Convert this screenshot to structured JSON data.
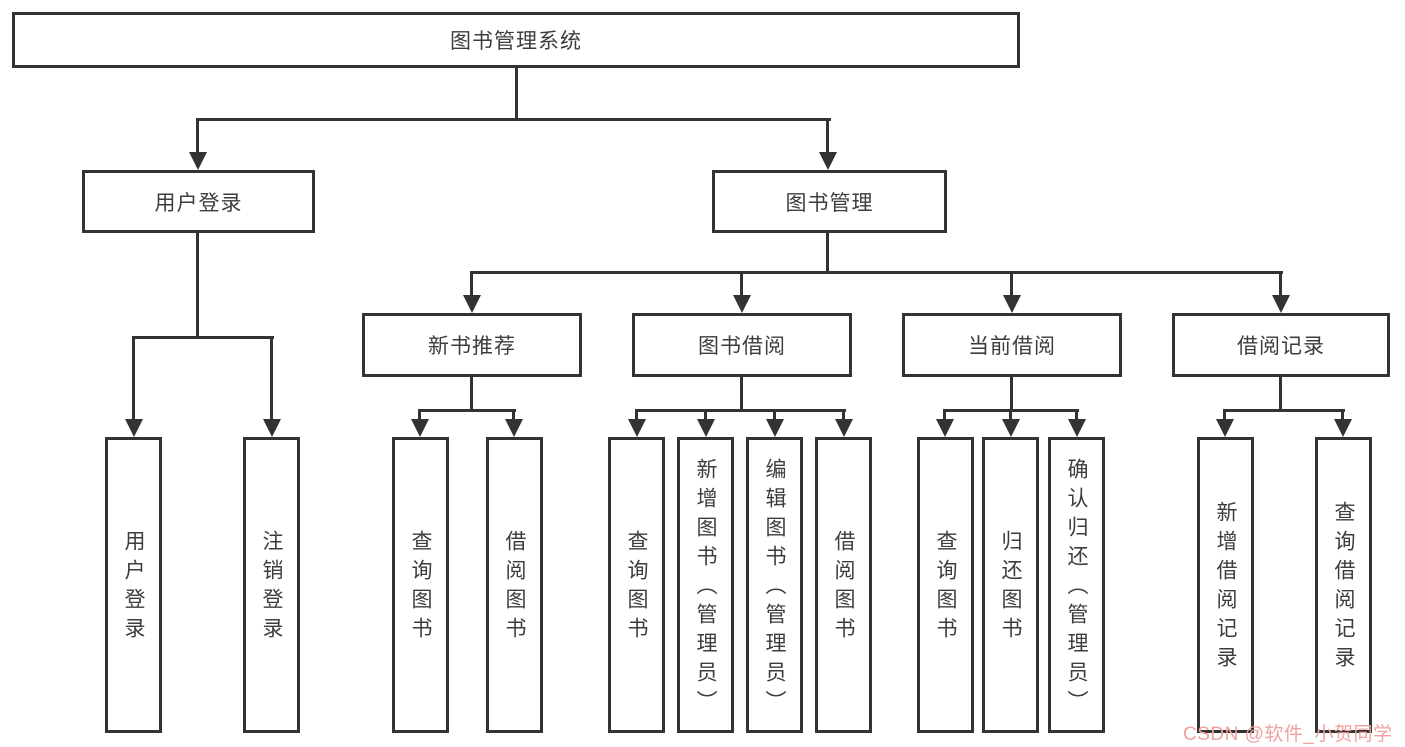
{
  "nodes": {
    "root": {
      "label": "图书管理系统"
    },
    "user_login": {
      "label": "用户登录"
    },
    "book_management": {
      "label": "图书管理"
    },
    "new_book_recommend": {
      "label": "新书推荐"
    },
    "book_borrow": {
      "label": "图书借阅"
    },
    "current_borrow": {
      "label": "当前借阅"
    },
    "borrow_records": {
      "label": "借阅记录"
    },
    "leaf_user_login": {
      "label": "用户登录"
    },
    "leaf_logout": {
      "label": "注销登录"
    },
    "leaf_query_book_recommend": {
      "label": "查询图书"
    },
    "leaf_borrow_book_recommend": {
      "label": "借阅图书"
    },
    "leaf_query_book_borrow": {
      "label": "查询图书"
    },
    "leaf_add_book_admin": {
      "label": "新增图书（管理员）"
    },
    "leaf_edit_book_admin": {
      "label": "编辑图书（管理员）"
    },
    "leaf_borrow_book_borrow": {
      "label": "借阅图书"
    },
    "leaf_query_book_current": {
      "label": "查询图书"
    },
    "leaf_return_book": {
      "label": "归还图书"
    },
    "leaf_confirm_return_admin": {
      "label": "确认归还（管理员）"
    },
    "leaf_add_borrow_record": {
      "label": "新增借阅记录"
    },
    "leaf_query_borrow_record": {
      "label": "查询借阅记录"
    }
  },
  "watermark": {
    "text": "CSDN @软件_小贺同学",
    "color": "#f0a2a2"
  },
  "colors": {
    "line": "#333333",
    "text": "#3d3d3d",
    "background": "#ffffff"
  }
}
